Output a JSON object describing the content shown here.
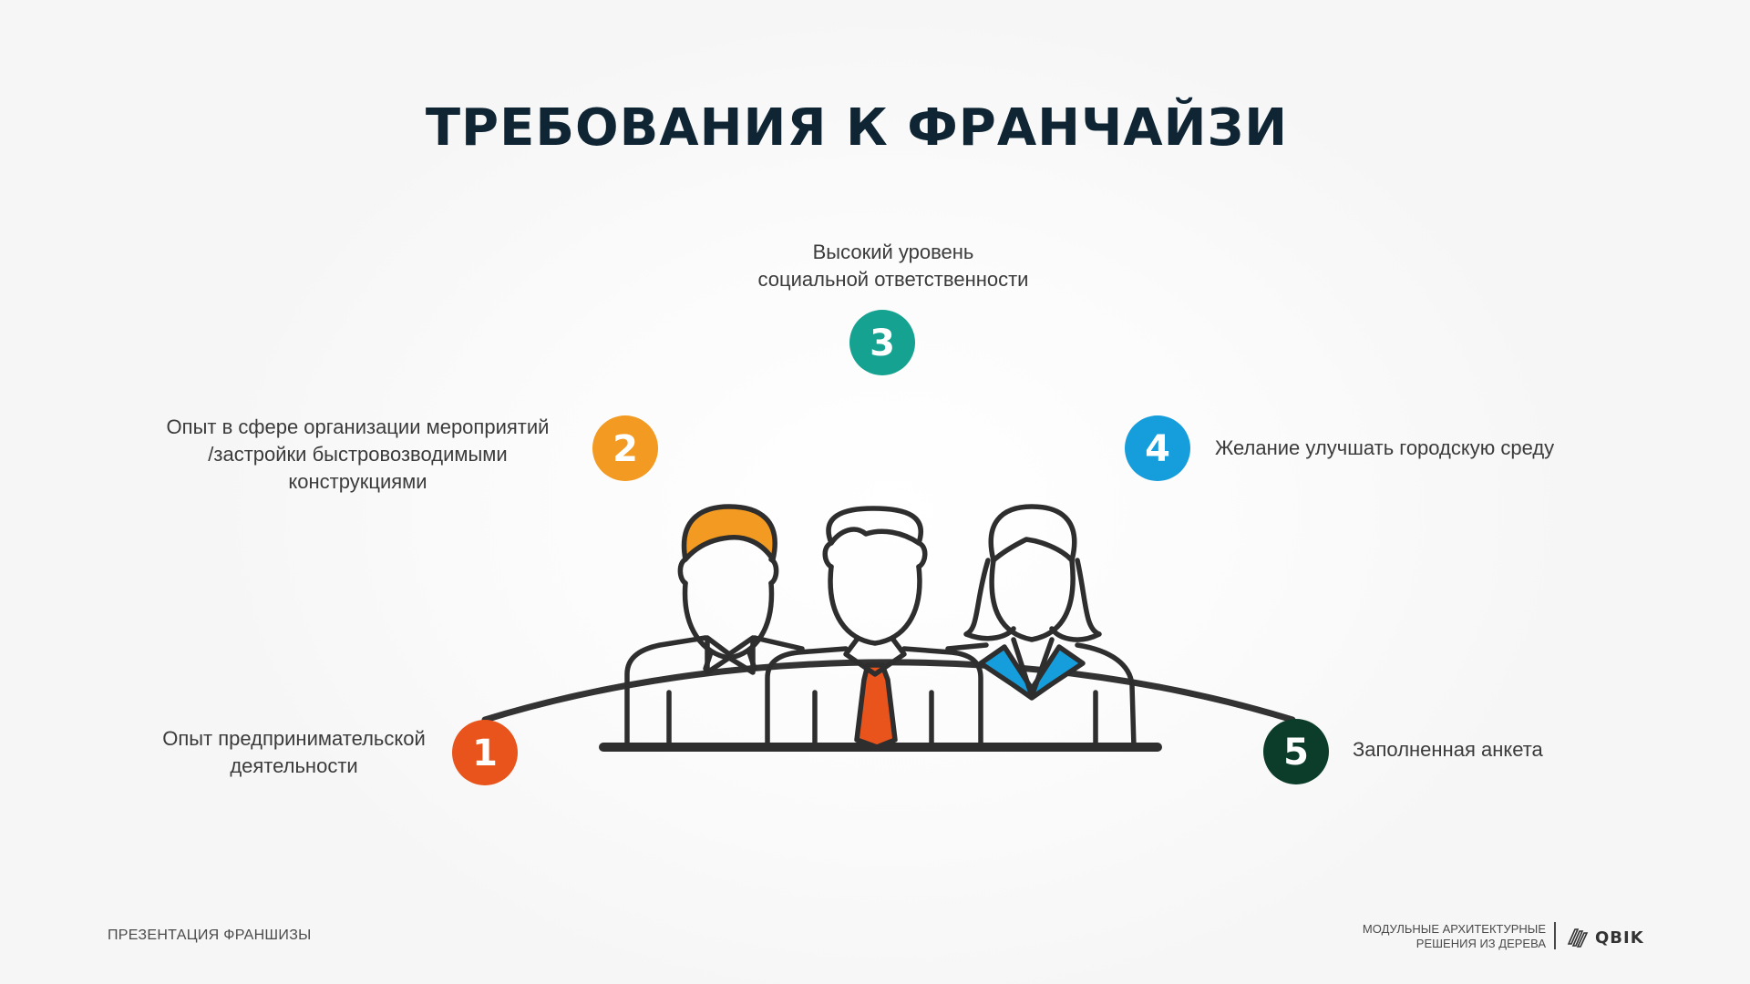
{
  "title": "ТРЕБОВАНИЯ К ФРАНЧАЙЗИ",
  "requirements": [
    {
      "number": "1",
      "text": "Опыт предпринимательской\nдеятельности",
      "color": "#e8541c"
    },
    {
      "number": "2",
      "text": "Опыт в сфере организации мероприятий\n/застройки быстровозводимыми\nконструкциями",
      "color": "#f29a21"
    },
    {
      "number": "3",
      "text": "Высокий уровень\nсоциальной ответственности",
      "color": "#16a291"
    },
    {
      "number": "4",
      "text": "Желание улучшать городскую среду",
      "color": "#169ddc"
    },
    {
      "number": "5",
      "text": "Заполненная анкета",
      "color": "#0b3d2a"
    }
  ],
  "colors": {
    "arc": "#333333",
    "figure_stroke": "#2e2e2e",
    "hair_orange": "#f29a21",
    "tie_orange": "#e8541c",
    "collar_blue": "#169ddc",
    "title": "#0f2533"
  },
  "icons": [
    "team-illustration-icon",
    "qbik-logo-icon"
  ],
  "footer": {
    "left": "ПРЕЗЕНТАЦИЯ ФРАНШИЗЫ",
    "right": "МОДУЛЬНЫЕ АРХИТЕКТУРНЫЕ\nРЕШЕНИЯ ИЗ ДЕРЕВА",
    "logo": "QBIK"
  }
}
